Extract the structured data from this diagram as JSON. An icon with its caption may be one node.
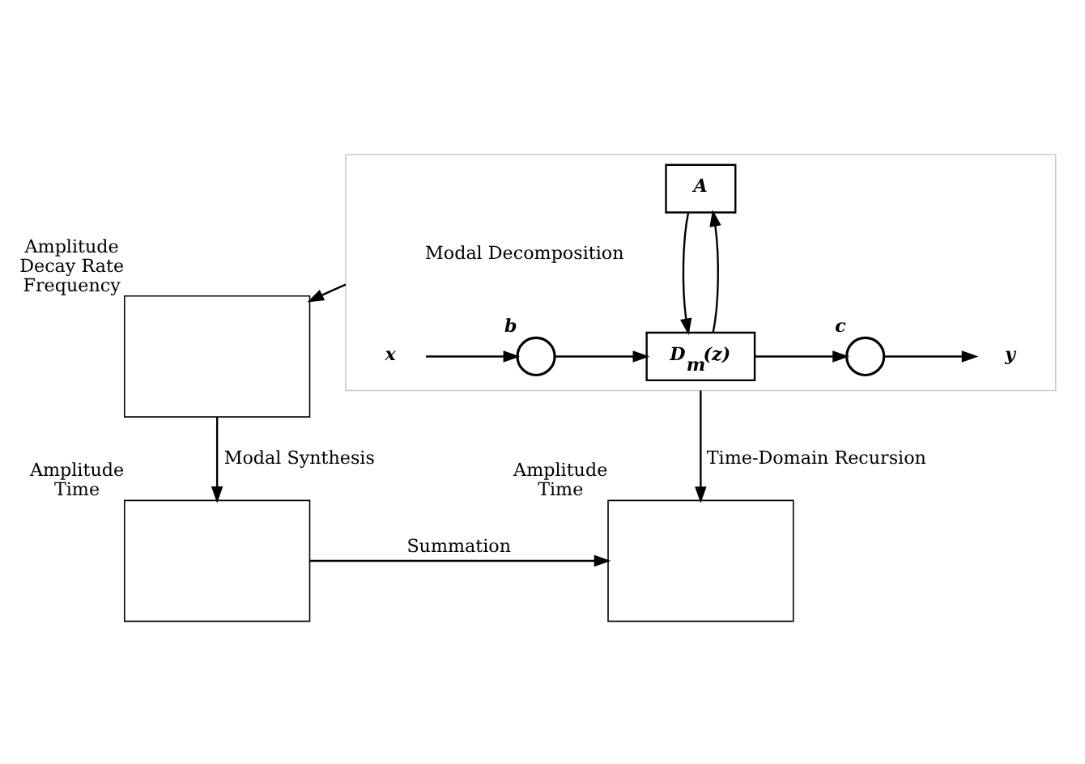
{
  "diagram": {
    "nodes": [
      {
        "text": [],
        "shape": "box"
      },
      {
        "text": [
          "x"
        ],
        "in": 0
      },
      {
        "text": [],
        "shape": "circle",
        "beside": [
          "b"
        ],
        "in": 0
      },
      {
        "text": [
          "A"
        ],
        "in": 0
      },
      {
        "text": [
          "D$_{m}$(z)"
        ],
        "in": 0
      },
      {
        "text": [],
        "shape": "circle",
        "beside": [
          "c"
        ],
        "in": 0
      },
      {
        "text": [
          "y"
        ],
        "in": 0
      },
      {
        "text": [],
        "shape": "box",
        "beside": [
          "Amplitude",
          "Decay Rate",
          "Frequency"
        ]
      },
      {
        "text": [],
        "shape": "box",
        "beside": [
          "Amplitude",
          "Time"
        ]
      },
      {
        "text": [],
        "shape": "box",
        "beside": [
          "Amplitude",
          "Time"
        ]
      }
    ],
    "edges": [
      {
        "from": 1,
        "to": 2,
        "arrow": "to"
      },
      {
        "from": 2,
        "to": 4,
        "arrow": "to"
      },
      {
        "from": 4,
        "to": 5,
        "arrow": "to"
      },
      {
        "from": 5,
        "to": 6,
        "arrow": "to"
      },
      {
        "from": 4,
        "to": 3,
        "arrow": "to"
      },
      {
        "from": 3,
        "to": 4,
        "arrow": "to"
      },
      {
        "from": 0,
        "to": 7,
        "arrow": "to",
        "label": "Modal Decomposition"
      },
      {
        "from": 0,
        "to": 8,
        "arrow": "to",
        "label": "Time-Domain Recursion"
      },
      {
        "from": 7,
        "to": 9,
        "arrow": "to",
        "label": "Modal Synthesis"
      },
      {
        "from": 9,
        "to": 8,
        "arrow": "to",
        "label": "Summation"
      }
    ]
  }
}
